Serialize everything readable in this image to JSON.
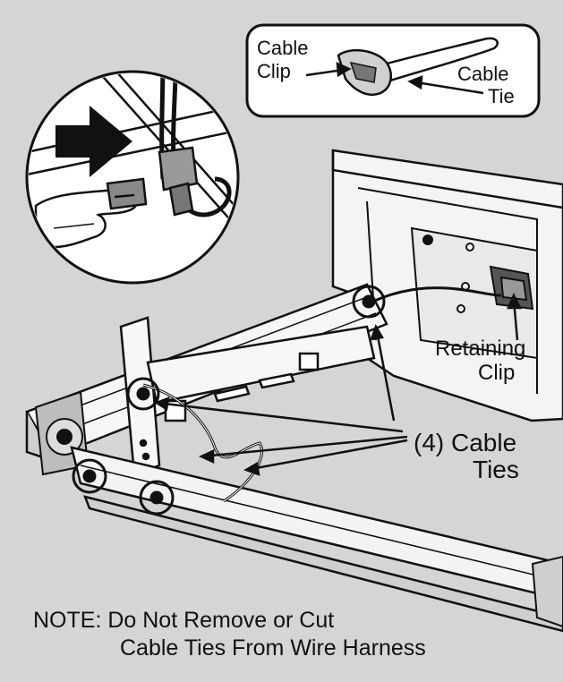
{
  "callouts": {
    "cable_clip": [
      "Cable",
      "Clip"
    ],
    "cable_tie": [
      "Cable",
      "Tie"
    ],
    "retaining_clip": [
      "Retaining",
      "Clip"
    ],
    "cable_ties": [
      "(4) Cable",
      "Ties"
    ]
  },
  "note": {
    "line1": "NOTE: Do Not Remove or Cut",
    "line2": "Cable Ties From Wire Harness"
  },
  "colors": {
    "background": "#d5d5d5",
    "line": "#111111",
    "panel": "#ffffff"
  }
}
